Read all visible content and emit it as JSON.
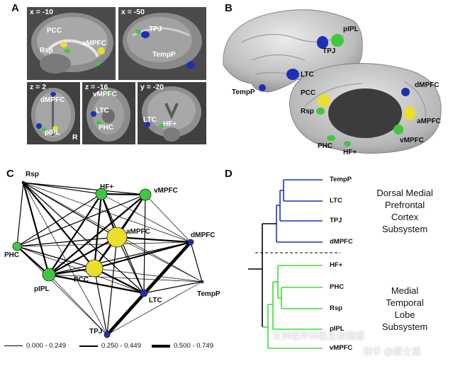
{
  "panels": {
    "a": "A",
    "b": "B",
    "c": "C",
    "d": "D"
  },
  "panel_a": {
    "slice1": {
      "coord": "x = -10",
      "labels": [
        "PCC",
        "Rsp",
        "aMPFC"
      ]
    },
    "slice2": {
      "coord": "x = -50",
      "labels": [
        "TPJ",
        "TempP"
      ]
    },
    "slice3": {
      "coord": "z = 2",
      "labels": [
        "dMPFC",
        "pIPL"
      ],
      "side": "R"
    },
    "slice4": {
      "coord": "z = -16",
      "labels": [
        "vMPFC",
        "LTC",
        "PHC"
      ]
    },
    "slice5": {
      "coord": "y = -20",
      "labels": [
        "LTC",
        "HF+"
      ]
    }
  },
  "panel_b": {
    "labels": {
      "pIPL": "pIPL",
      "TPJ": "TPJ",
      "LTC": "LTC",
      "TempP": "TempP",
      "dMPFC": "dMPFC",
      "PCC": "PCC",
      "Rsp": "Rsp",
      "aMPFC": "aMPFC",
      "vMPFC": "vMPFC",
      "PHC": "PHC",
      "HF": "HF+"
    }
  },
  "panel_c": {
    "nodes": [
      {
        "id": "Rsp",
        "label": "Rsp",
        "color": "#1a1a1a"
      },
      {
        "id": "HF",
        "label": "HF+",
        "color": "#3fc73f"
      },
      {
        "id": "vMPFC",
        "label": "vMPFC",
        "color": "#3fc73f"
      },
      {
        "id": "aMPFC",
        "label": "aMPFC",
        "color": "#e8e02a"
      },
      {
        "id": "dMPFC",
        "label": "dMPFC",
        "color": "#1b2fb8"
      },
      {
        "id": "PHC",
        "label": "PHC",
        "color": "#3fc73f"
      },
      {
        "id": "pIPL",
        "label": "pIPL",
        "color": "#3fc73f"
      },
      {
        "id": "PCC",
        "label": "PCC",
        "color": "#e8e02a"
      },
      {
        "id": "LTC",
        "label": "LTC",
        "color": "#1b2fb8"
      },
      {
        "id": "TempP",
        "label": "TempP",
        "color": "#1b2fb8"
      },
      {
        "id": "TPJ",
        "label": "TPJ",
        "color": "#1b2fb8"
      }
    ],
    "legend": [
      "0.000 - 0.249",
      "0.250 - 0.449",
      "0.500 - 0.749"
    ]
  },
  "panel_d": {
    "leaves": [
      "TempP",
      "LTC",
      "TPJ",
      "dMPFC",
      "HF+",
      "PHC",
      "Rsp",
      "pIPL",
      "vMPFC"
    ],
    "subsystem_top": [
      "Dorsal Medial",
      "Prefrontal",
      "Cortex",
      "Subsystem"
    ],
    "subsystem_bottom": [
      "Medial",
      "Temporal",
      "Lobe",
      "Subsystem"
    ],
    "colors": {
      "dorsal": "#1b2fb8",
      "medial": "#35e035",
      "root": "#000000"
    }
  },
  "watermark": "知乎 @爵士猫",
  "watermark2": "女神经外科医生杨猫猫"
}
